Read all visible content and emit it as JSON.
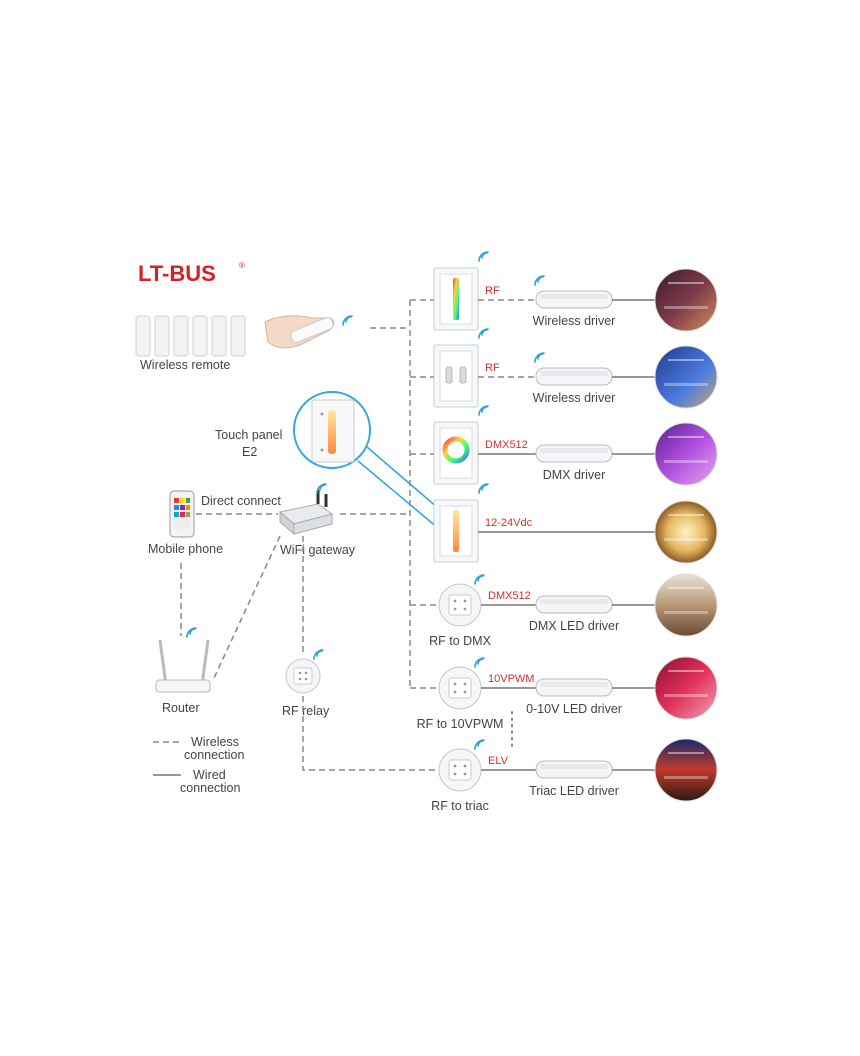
{
  "brand": {
    "logo_text": "LT-BUS",
    "registered": "®",
    "logo_color": "#d71f26"
  },
  "colors": {
    "signal": "#d32f2f",
    "wireless": "#2aa3d6",
    "wire": "#777777"
  },
  "left": {
    "wireless_remote": "Wireless remote",
    "touch_panel_line1": "Touch panel",
    "touch_panel_line2": "E2",
    "direct_connect": "Direct connect",
    "mobile_phone": "Mobile phone",
    "wifi_gateway": "WiFi gateway",
    "router": "Router",
    "rf_relay": "RF relay"
  },
  "legend": {
    "wireless_line1": "Wireless",
    "wireless_line2": "connection",
    "wired_line1": "Wired",
    "wired_line2": "connection"
  },
  "rows": [
    {
      "device": "",
      "signal": "RF",
      "driver": "Wireless driver",
      "scene": "home-theater"
    },
    {
      "device": "",
      "signal": "RF",
      "driver": "Wireless driver",
      "scene": "blue-living-room"
    },
    {
      "device": "",
      "signal": "DMX512",
      "driver": "DMX driver",
      "scene": "purple-bedroom"
    },
    {
      "device": "",
      "signal": "12-24Vdc",
      "driver": "",
      "scene": "warm-hall"
    },
    {
      "device": "RF to DMX",
      "signal": "DMX512",
      "driver": "DMX LED driver",
      "scene": "ceiling-room"
    },
    {
      "device": "RF to 10VPWM",
      "signal": "10VPWM",
      "driver": "0-10V LED driver",
      "scene": "pink-room"
    },
    {
      "device": "RF to triac",
      "signal": "ELV",
      "driver": "Triac LED driver",
      "scene": "bar"
    }
  ]
}
